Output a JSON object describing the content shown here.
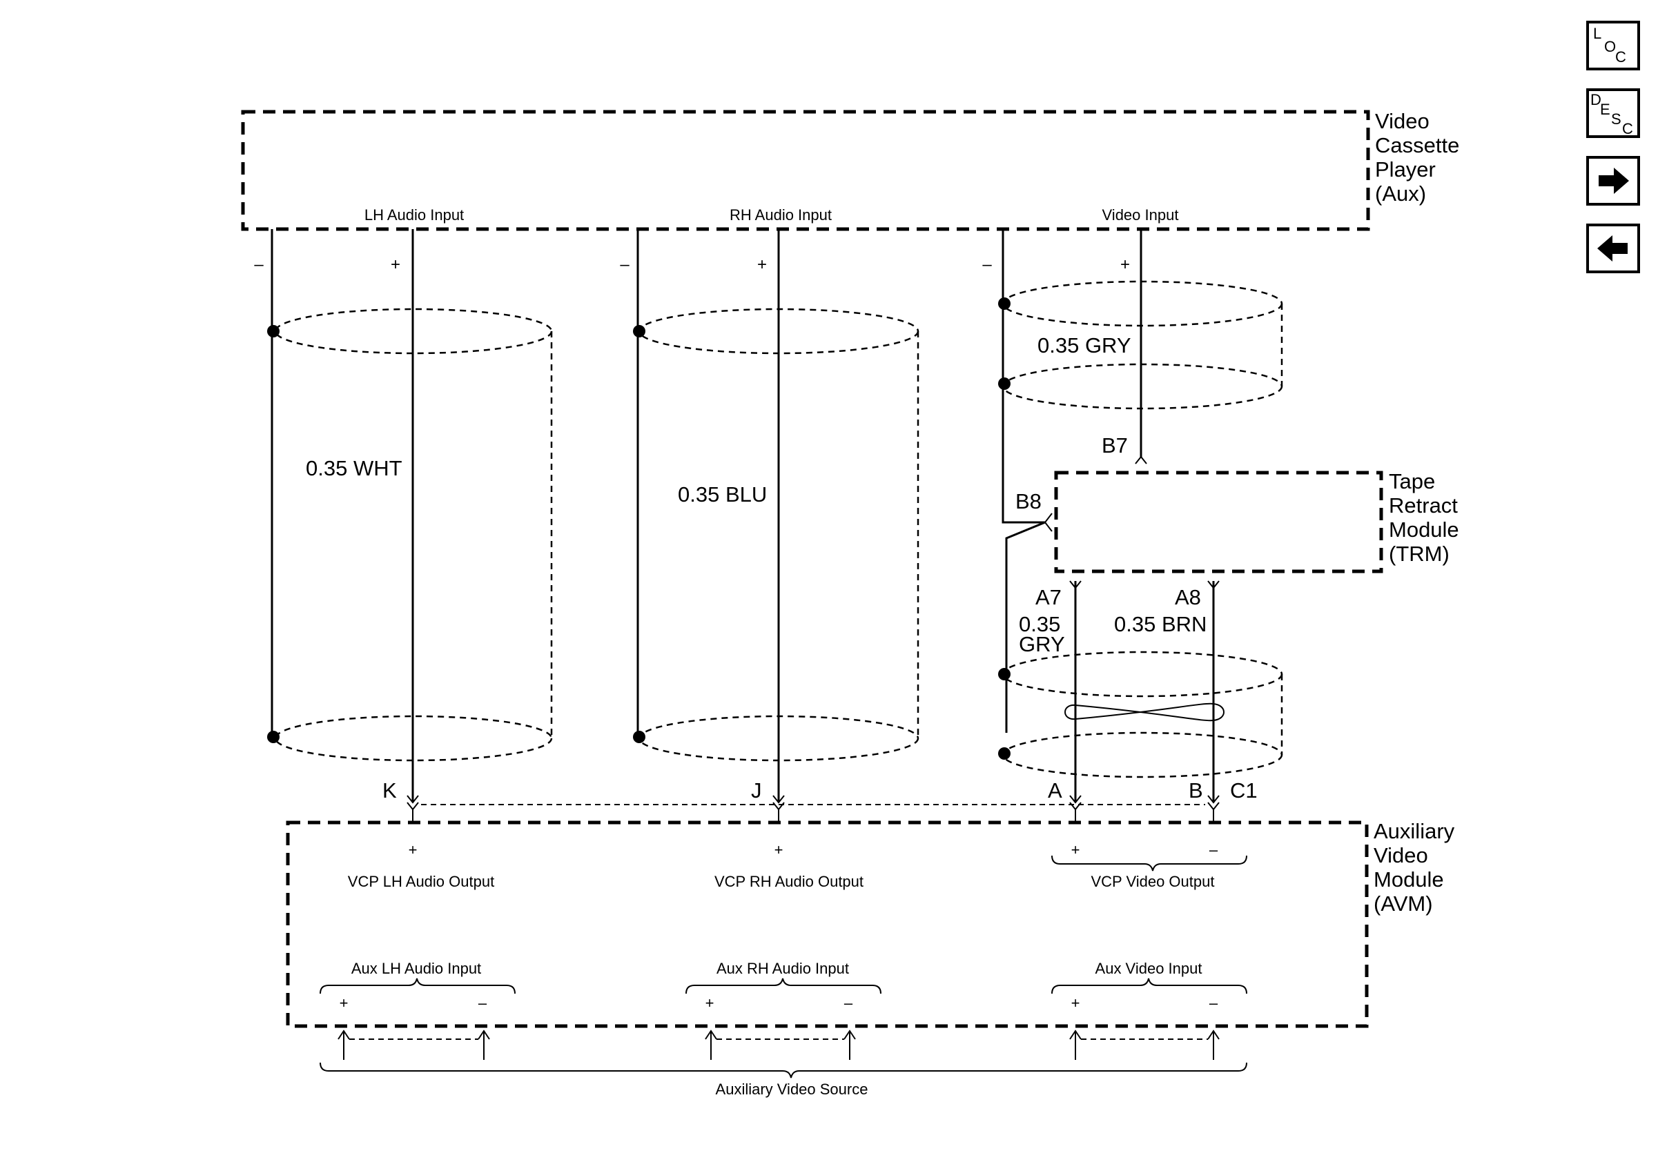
{
  "components": {
    "vcp": [
      "Video",
      "Cassette",
      "Player",
      "(Aux)"
    ],
    "trm": [
      "Tape",
      "Retract",
      "Module",
      "(TRM)"
    ],
    "avm": [
      "Auxiliary",
      "Video",
      "Module",
      "(AVM)"
    ]
  },
  "vcp_inputs": {
    "lh": "LH Audio Input",
    "rh": "RH Audio Input",
    "video": "Video Input"
  },
  "wires": {
    "lh": "0.35 WHT",
    "rh": "0.35 BLU",
    "video_upper": "0.35 GRY",
    "a7_gauge": "0.35",
    "a7_color": "GRY",
    "a8": "0.35 BRN"
  },
  "pins": {
    "b7": "B7",
    "b8": "B8",
    "a7": "A7",
    "a8": "A8",
    "k": "K",
    "j": "J",
    "a": "A",
    "b": "B",
    "c1": "C1"
  },
  "polarity": {
    "plus": "+",
    "minus": "–"
  },
  "avm_labels": {
    "vcp_lh_out": "VCP LH Audio Output",
    "vcp_rh_out": "VCP RH Audio Output",
    "vcp_video_out": "VCP Video Output",
    "aux_lh_in": "Aux LH Audio Input",
    "aux_rh_in": "Aux RH Audio Input",
    "aux_video_in": "Aux Video Input"
  },
  "source_label": "Auxiliary Video Source",
  "nav": {
    "loc": [
      "L",
      "O",
      "C"
    ],
    "desc": [
      "D",
      "E",
      "S",
      "C"
    ],
    "next_icon": "arrow-right",
    "prev_icon": "arrow-left"
  }
}
